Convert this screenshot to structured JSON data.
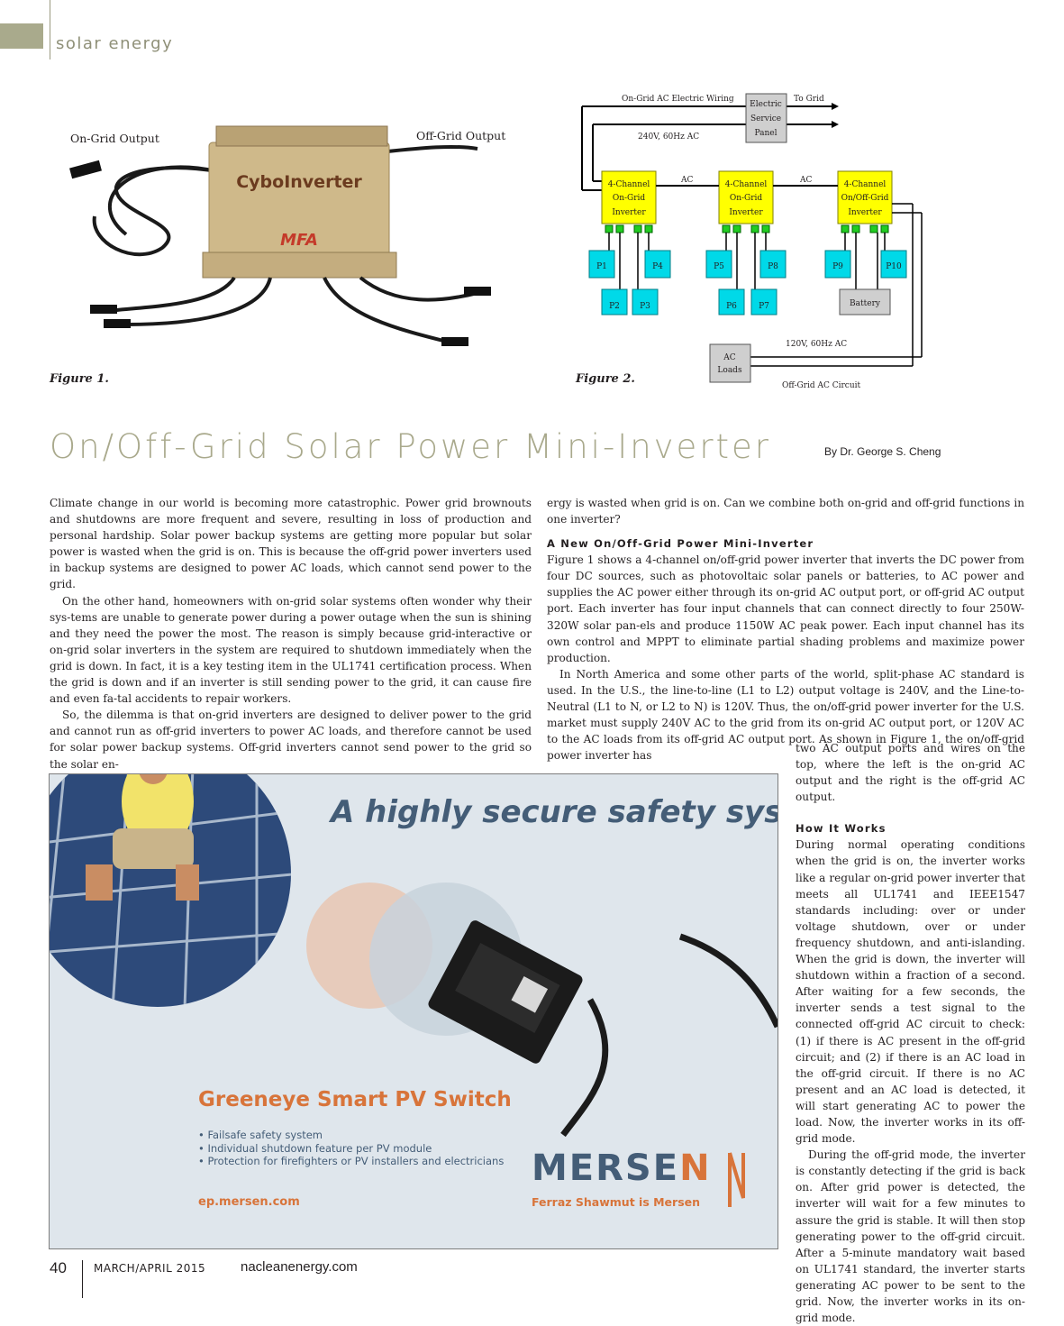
{
  "header": {
    "section": "solar energy"
  },
  "figure1": {
    "caption": "Figure 1.",
    "on_grid_label": "On-Grid Output",
    "off_grid_label": "Off-Grid Output",
    "brand": "CyboInverter",
    "logo": "MFA"
  },
  "figure2": {
    "caption": "Figure 2.",
    "top_label": "On-Grid AC Electric Wiring",
    "to_grid": "To Grid",
    "voltage_top": "240V, 60Hz AC",
    "panel": [
      "Electric",
      "Service",
      "Panel"
    ],
    "ac1": "AC",
    "ac2": "AC",
    "inv1": [
      "4-Channel",
      "On-Grid",
      "Inverter"
    ],
    "inv2": [
      "4-Channel",
      "On-Grid",
      "Inverter"
    ],
    "inv3": [
      "4-Channel",
      "On/Off-Grid",
      "Inverter"
    ],
    "panels": [
      "P1",
      "P2",
      "P3",
      "P4",
      "P5",
      "P6",
      "P7",
      "P8",
      "P9",
      "P10"
    ],
    "battery": "Battery",
    "voltage_bottom": "120V, 60Hz AC",
    "loads": [
      "AC",
      "Loads"
    ],
    "offgrid_circuit": "Off-Grid AC Circuit"
  },
  "article": {
    "title": "On/Off-Grid Solar Power Mini-Inverter",
    "byline": "By Dr. George S. Cheng",
    "col1": [
      "Climate change in our world is becoming more catastrophic. Power grid brownouts and shutdowns are more frequent and severe, resulting in loss of production and personal hardship. Solar power backup systems are getting more popular but solar power is wasted when the grid is on. This is because the off-grid power inverters used in backup systems are designed to power AC loads, which cannot send power to the grid.",
      "On the other hand, homeowners with on-grid solar systems often wonder why their sys-tems are unable to generate power during a power outage when the sun is shining and they need the power the most.  The reason is simply because grid-interactive or on-grid solar inverters in the system are required to shutdown immediately when the grid is down.  In fact, it is a key testing item in the UL1741 certification process.  When the grid is down and if an inverter is still sending power to the grid, it can cause fire and even fa-tal accidents to repair workers.",
      "So, the dilemma is that on-grid inverters are designed to deliver power to the grid and cannot run as off-grid inverters to power AC loads, and therefore cannot be used for solar power backup systems. Off-grid inverters cannot send power to the grid so the solar en-"
    ],
    "col2_intro": "ergy is wasted when grid is on.  Can we combine both on-grid and off-grid functions in one inverter?",
    "heading1": "A New On/Off-Grid Power Mini-Inverter",
    "col2": [
      "Figure 1 shows a 4-channel on/off-grid power inverter that inverts the DC power from four DC sources, such as photovoltaic solar panels or batteries, to AC power and supplies the AC power either through its on-grid AC output port, or off-grid AC output port.  Each inverter has four input channels that can connect directly to four 250W-320W solar pan-els and produce 1150W AC peak power. Each input channel has its own control and MPPT to eliminate partial shading problems and maximize power production.",
      "In North America and some other parts of the world, split-phase AC standard is used.  In the U.S., the line-to-line (L1 to L2) output voltage is 240V, and the Line-to-Neutral (L1 to N, or L2 to N) is 120V.  Thus, the on/off-grid power inverter for the U.S. market must supply 240V AC to the grid from its on-grid AC output port, or 120V AC to the AC loads from its off-grid AC output port. As shown in Figure 1, the on/off-grid power inverter has"
    ],
    "col3_cont": "two AC output ports and wires on the top, where the left is the on-grid AC output and the right is the off-grid AC output.",
    "heading2": "How It Works",
    "col3": [
      "During normal operating conditions when the grid is on, the inverter works like a regular on-grid power inverter that meets all UL1741 and IEEE1547 standards including: over or under voltage shutdown, over or under frequency shutdown, and anti-islanding. When the grid is down, the inverter will shutdown within a fraction of a second.  After waiting for a few seconds, the inverter sends a test signal to the connected off-grid AC circuit to check: (1) if there is AC present in the off-grid circuit; and (2) if there is an AC load in the off-grid circuit.  If there is no AC present and an AC load is detected, it will start generating AC to power the load. Now, the inverter works in its off-grid mode.",
      "During the off-grid mode, the inverter is constantly detecting if the grid is back on. After grid power is detected, the inverter will wait for a few minutes to assure the grid is stable. It will then stop generating power to the off-grid circuit. After a 5-minute mandatory wait based on UL1741 standard, the inverter starts generating AC power to be sent to the grid.  Now, the inverter works in its on-grid mode."
    ]
  },
  "ad": {
    "headline": "A highly secure safety system",
    "product": "Greeneye Smart PV Switch",
    "bullets": [
      "Failsafe safety system",
      "Individual shutdown feature per PV module",
      "Protection for firefighters or PV installers and electricians"
    ],
    "url": "ep.mersen.com",
    "logo_part1": "MERSE",
    "logo_part2": "N",
    "tagline": "Ferraz Shawmut is Mersen"
  },
  "footer": {
    "page_number": "40",
    "issue": "MARCH/APRIL 2015",
    "site": "nacleanenergy.com"
  },
  "colors": {
    "accent_khaki": "#a9a98c",
    "ad_blue": "#445d77",
    "ad_orange": "#d8743a",
    "inverter_yellow": "#ffff00",
    "panel_cyan": "#00d9e8"
  }
}
